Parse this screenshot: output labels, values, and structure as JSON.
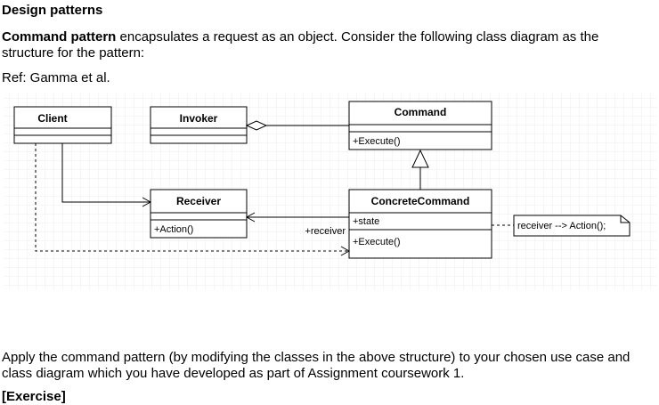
{
  "heading": "Design patterns",
  "intro": {
    "bold": "Command pattern",
    "text": " encapsulates a request as an object.  Consider the following class diagram as the structure for the pattern:"
  },
  "ref": "Ref:  Gamma et al.",
  "diagram": {
    "classes": {
      "client": {
        "name": "Client"
      },
      "invoker": {
        "name": "Invoker"
      },
      "command": {
        "name": "Command",
        "op": "+Execute()"
      },
      "receiver": {
        "name": "Receiver",
        "op": "+Action()"
      },
      "concrete": {
        "name": "ConcreteCommand",
        "attr": "+state",
        "op": "+Execute()"
      }
    },
    "receiver_role": "+receiver",
    "note": "receiver --> Action();"
  },
  "instructions": "Apply the command pattern (by modifying the classes in the above structure) to your chosen use case and class diagram which you have developed as part of Assignment coursework 1.",
  "trailing_fragment": "[Exercise]"
}
